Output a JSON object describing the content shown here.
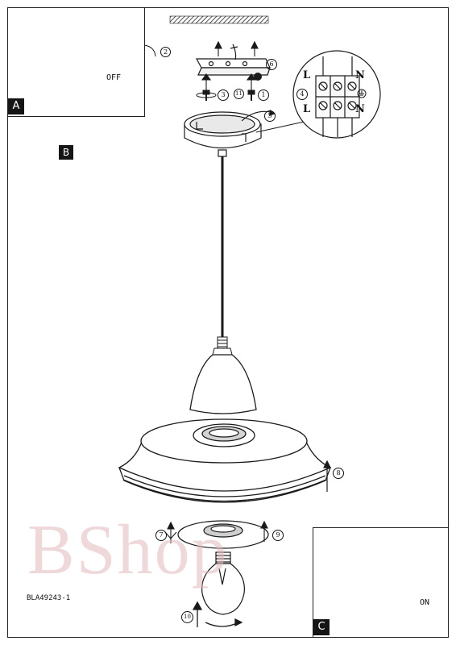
{
  "panels": {
    "a": {
      "label": "A",
      "switch_state": "OFF"
    },
    "b": {
      "label": "B"
    },
    "c": {
      "label": "C",
      "switch_state": "ON"
    }
  },
  "steps": [
    "1",
    "2",
    "3",
    "4",
    "5",
    "6",
    "7",
    "8",
    "9",
    "10",
    "11"
  ],
  "terminal": {
    "live_top": "L",
    "neutral_top": "N",
    "live_bottom": "L",
    "neutral_bottom": "N"
  },
  "model_code": "BLA49243-1",
  "watermark": "BShop",
  "colors": {
    "ink": "#1a1a1a",
    "watermark": "#e3b9bd",
    "badge": "#151515"
  },
  "icons": [
    "hatched-ceiling-icon",
    "circuit-breaker-icon",
    "hand-icon",
    "rotate-arrow-icon",
    "earth-ground-icon",
    "screwdriver-icon",
    "light-bulb-icon"
  ]
}
